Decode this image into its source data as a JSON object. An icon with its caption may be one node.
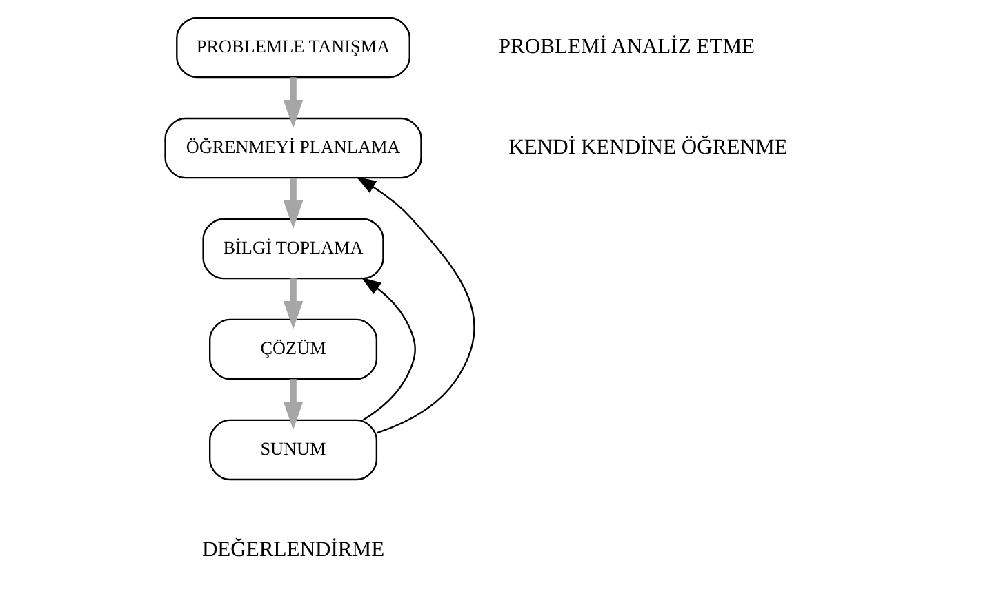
{
  "diagram": {
    "nodes": [
      {
        "text": [
          "PROBLEMLE TANIŞMA"
        ]
      },
      {
        "text": [
          "ÖĞRENMEYİ PLANLAMA"
        ]
      },
      {
        "text": [
          "BİLGİ TOPLAMA"
        ]
      },
      {
        "text": [
          "ÇÖZÜM"
        ]
      },
      {
        "text": [
          "SUNUM"
        ]
      }
    ],
    "edges": [
      {
        "from": 0,
        "to": 1,
        "arrow": "to"
      },
      {
        "from": 1,
        "to": 2,
        "arrow": "to"
      },
      {
        "from": 2,
        "to": 3,
        "arrow": "to"
      },
      {
        "from": 3,
        "to": 4,
        "arrow": "to"
      },
      {
        "from": 4,
        "to": 1,
        "arrow": "to",
        "color": "#000000"
      },
      {
        "from": 4,
        "to": 2,
        "arrow": "to",
        "color": "#000000"
      }
    ],
    "labels": [
      "PROBLEMİ ANALİZ ETME",
      "KENDİ KENDİNE ÖĞRENME",
      "DEĞERLENDİRME"
    ]
  }
}
